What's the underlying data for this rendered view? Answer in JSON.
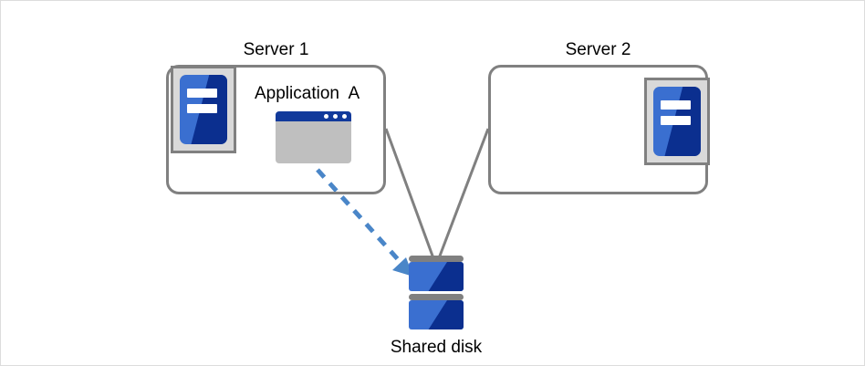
{
  "diagram": {
    "title_server1": "Server 1",
    "title_server2": "Server 2",
    "application_label": "Application  A",
    "shared_disk_label": "Shared disk",
    "colors": {
      "box_border": "#808080",
      "connector_line": "#808080",
      "access_arrow": "#4a86c8",
      "icon_blue_light": "#3a6fd0",
      "icon_blue_dark": "#0b2f8f",
      "icon_frame_gray": "#d9d9d9",
      "window_body_gray": "#bfbfbf",
      "window_titlebar": "#123a9b",
      "canvas_border": "#dcdcdc",
      "text": "#000000"
    },
    "icons": {
      "server1_machine": "server-icon",
      "server2_machine": "server-icon",
      "application_window": "application-window-icon",
      "shared_disk": "disk-stack-icon",
      "access_arrow": "dashed-arrow-icon"
    },
    "connections": [
      {
        "from": "Server 1",
        "to": "Shared disk",
        "style": "solid"
      },
      {
        "from": "Server 2",
        "to": "Shared disk",
        "style": "solid"
      },
      {
        "from": "Application  A",
        "to": "Shared disk",
        "style": "dashed-arrow"
      }
    ]
  }
}
